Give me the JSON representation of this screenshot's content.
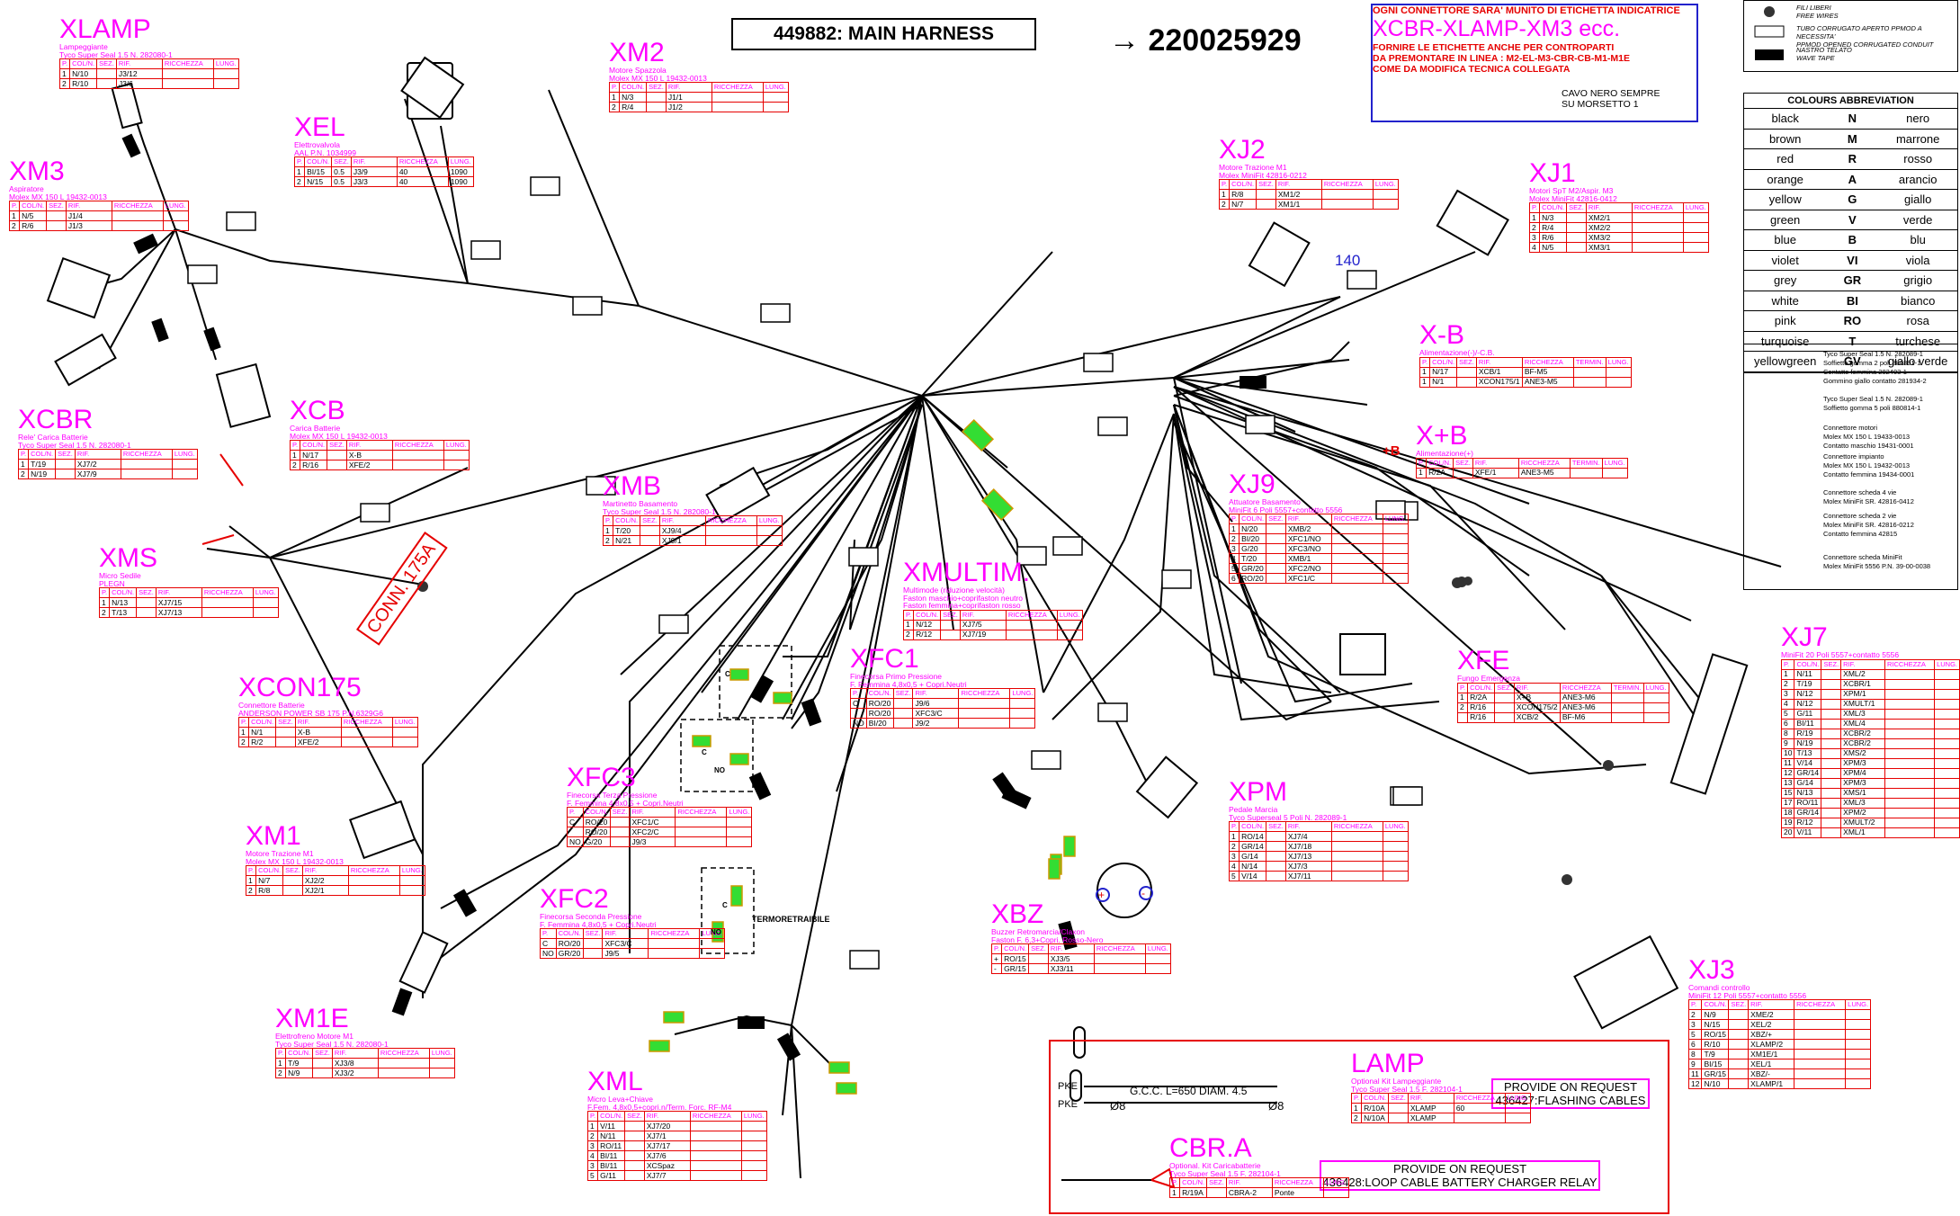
{
  "title": "449882: MAIN HARNESS",
  "ref_number": "→ 220025929",
  "note": {
    "line1": "OGNI CONNETTORE SARA' MUNITO DI ETICHETTA INDICATRICE",
    "line2": "XCBR-XLAMP-XM3 ecc.",
    "line3": "FORNIRE LE ETICHETTE ANCHE PER CONTROPARTI",
    "line4": "DA PREMONTARE IN LINEA : M2-EL-M3-CBR-CB-M1-M1E",
    "line5": "COME DA MODIFICA TECNICA COLLEGATA",
    "cable1": "CAVO NERO SEMPRE",
    "cable2": "SU MORSETTO 1"
  },
  "legend": {
    "r1": "FILI LIBERI",
    "r1b": "FREE WIRES",
    "r2": "TUBO CORRUGATO APERTO PPMOD A NECESSITA'",
    "r2b": "PPMOD OPENED CORRUGATED CONDUIT",
    "r3": "NASTRO TELATO",
    "r3b": "WAVE TAPE"
  },
  "colours": {
    "header": "COLOURS ABBREVIATION",
    "rows": [
      [
        "black",
        "N",
        "nero"
      ],
      [
        "brown",
        "M",
        "marrone"
      ],
      [
        "red",
        "R",
        "rosso"
      ],
      [
        "orange",
        "A",
        "arancio"
      ],
      [
        "yellow",
        "G",
        "giallo"
      ],
      [
        "green",
        "V",
        "verde"
      ],
      [
        "blue",
        "B",
        "blu"
      ],
      [
        "violet",
        "VI",
        "viola"
      ],
      [
        "grey",
        "GR",
        "grigio"
      ],
      [
        "white",
        "BI",
        "bianco"
      ],
      [
        "pink",
        "RO",
        "rosa"
      ],
      [
        "turquoise",
        "T",
        "turchese"
      ],
      [
        "yellowgreen",
        "GV",
        "giallo verde"
      ]
    ]
  },
  "conn_legend": [
    "Tyco Super Seal 1.5 N. 282089-1",
    "Soffietto gomma 2 poli 880891-1",
    "Contatto femmina 282403-1",
    "Gommino giallo contatto 281934-2",
    "Tyco Super Seal 1.5 N. 282089-1",
    "Soffietto gomma 5 poli 880814-1",
    "Connettore motori",
    "Molex MX 150 L 19433-0013",
    "Contatto maschio 19431-0001",
    "Connettore impianto",
    "Molex MX 150 L 19432-0013",
    "Contatto femmina 19434-0001",
    "Connettore scheda 4 vie",
    "Molex MiniFit SR. 42816-0412",
    "Connettore scheda 2 vie",
    "Molex MiniFit SR. 42816-0212",
    "Contatto femmina 42815",
    "Connettore scheda MiniFit",
    "Molex MiniFit 5556 P.N. 39-00-0038"
  ],
  "misc": {
    "n140": "140",
    "conn175a": "CONN. 175A",
    "termoretraibile": "TERMORETRAIBILE",
    "gcc": "G.C.C. L=650 DIAM. 4.5",
    "pke1": "PKE",
    "pke2": "PKE",
    "o8a": "Ø8",
    "o8b": "Ø8",
    "prov1a": "PROVIDE ON REQUEST",
    "prov1b": "436427:FLASHING CABLES",
    "prov2a": "PROVIDE ON REQUEST",
    "prov2b": "436428:LOOP CABLE BATTERY CHARGER RELAY",
    "plus_b": "+B",
    "xmultim_c": "C",
    "xmultim_no": "NO"
  },
  "connectors": [
    {
      "name": "XLAMP",
      "sub": [
        "Lampeggiante",
        "Tyco Super Seal 1.5 N. 282080-1"
      ],
      "rows": [
        [
          "1",
          "N/10",
          "",
          "J3/12",
          ""
        ],
        [
          "2",
          "R/10",
          "",
          "J3/6",
          ""
        ]
      ]
    },
    {
      "name": "XM2",
      "sub": [
        "Motore Spazzola",
        "Molex MX 150 L 19432-0013"
      ],
      "rows": [
        [
          "1",
          "N/3",
          "",
          "J1/1",
          ""
        ],
        [
          "2",
          "R/4",
          "",
          "J1/2",
          ""
        ]
      ]
    },
    {
      "name": "XEL",
      "sub": [
        "Elettrovalvola",
        "AAL P.N. 1034999"
      ],
      "rows": [
        [
          "1",
          "BI/15",
          "0.5",
          "J3/9",
          "40",
          "1090"
        ],
        [
          "2",
          "N/15",
          "0.5",
          "J3/3",
          "40",
          "1090"
        ]
      ]
    },
    {
      "name": "XM3",
      "sub": [
        "Aspiratore",
        "Molex MX 150 L 19432-0013"
      ],
      "rows": [
        [
          "1",
          "N/5",
          "",
          "J1/4",
          ""
        ],
        [
          "2",
          "R/6",
          "",
          "J1/3",
          ""
        ]
      ]
    },
    {
      "name": "XJ2",
      "sub": [
        "Motore Trazione M1",
        "Molex MiniFit 42816-0212"
      ],
      "rows": [
        [
          "1",
          "R/8",
          "",
          "XM1/2",
          ""
        ],
        [
          "2",
          "N/7",
          "",
          "XM1/1",
          ""
        ]
      ]
    },
    {
      "name": "XJ1",
      "sub": [
        "Motori SpT M2/Aspir. M3",
        "Molex MiniFit 42816-0412"
      ],
      "rows": [
        [
          "1",
          "N/3",
          "",
          "XM2/1",
          ""
        ],
        [
          "2",
          "R/4",
          "",
          "XM2/2",
          ""
        ],
        [
          "3",
          "R/6",
          "",
          "XM3/2",
          ""
        ],
        [
          "4",
          "N/5",
          "",
          "XM3/1",
          ""
        ]
      ]
    },
    {
      "name": "X-B",
      "sub": [
        "Alimentazione(-)/-C.B."
      ],
      "rows": [
        [
          "1",
          "N/17",
          "",
          "XCB/1",
          "BF-M5",
          ""
        ],
        [
          "1",
          "N/1",
          "",
          "XCON175/1",
          "ANE3-M5",
          ""
        ]
      ]
    },
    {
      "name": "XCBR",
      "sub": [
        "Rele' Carica Batterie",
        "Tyco Super Seal 1.5 N. 282080-1"
      ],
      "rows": [
        [
          "1",
          "T/19",
          "",
          "XJ7/2",
          ""
        ],
        [
          "2",
          "N/19",
          "",
          "XJ7/9",
          ""
        ]
      ]
    },
    {
      "name": "XCB",
      "sub": [
        "Carica Batterie",
        "Molex MX 150 L 19432-0013"
      ],
      "rows": [
        [
          "1",
          "N/17",
          "",
          "X-B",
          ""
        ],
        [
          "2",
          "R/16",
          "",
          "XFE/2",
          ""
        ]
      ]
    },
    {
      "name": "X+B",
      "sub": [
        "Alimentazione(+)"
      ],
      "rows": [
        [
          "1",
          "R/2A",
          "",
          "XFE/1",
          "ANE3-M5",
          ""
        ]
      ]
    },
    {
      "name": "XMB",
      "sub": [
        "Martinetto Basamento",
        "Tyco Super Seal 1.5 N. 282080-1"
      ],
      "rows": [
        [
          "1",
          "T/20",
          "",
          "XJ9/4",
          ""
        ],
        [
          "2",
          "N/21",
          "",
          "XJ9/1",
          ""
        ]
      ]
    },
    {
      "name": "XJ9",
      "sub": [
        "Attuatore Basamento",
        "MiniFit 6 Poli 5557+contatto 5556"
      ],
      "rows": [
        [
          "1",
          "N/20",
          "",
          "XMB/2",
          ""
        ],
        [
          "2",
          "BI/20",
          "",
          "XFC1/NO",
          ""
        ],
        [
          "3",
          "G/20",
          "",
          "XFC3/NO",
          ""
        ],
        [
          "4",
          "T/20",
          "",
          "XMB/1",
          ""
        ],
        [
          "5",
          "GR/20",
          "",
          "XFC2/NO",
          ""
        ],
        [
          "6",
          "RO/20",
          "",
          "XFC1/C",
          ""
        ]
      ]
    },
    {
      "name": "XMS",
      "sub": [
        "Micro Sedile",
        "PLEGN"
      ],
      "rows": [
        [
          "1",
          "N/13",
          "",
          "XJ7/15",
          ""
        ],
        [
          "2",
          "T/13",
          "",
          "XJ7/13",
          ""
        ]
      ]
    },
    {
      "name": "XMULTIM.",
      "sub": [
        "Multimode (riduzione velocità)",
        "Faston maschio+coprifaston neutro",
        "Faston femmina+coprifaston rosso"
      ],
      "rows": [
        [
          "1",
          "N/12",
          "",
          "XJ7/5",
          ""
        ],
        [
          "2",
          "R/12",
          "",
          "XJ7/19",
          ""
        ]
      ]
    },
    {
      "name": "XFC1",
      "sub": [
        "Finecorsa Primo Pressione",
        "F. Femmina 4,8x0,5 + Copri.Neutri"
      ],
      "rows": [
        [
          "C",
          "RO/20",
          "",
          "J9/6",
          ""
        ],
        [
          "",
          "RO/20",
          "",
          "XFC3/C",
          ""
        ],
        [
          "NO",
          "BI/20",
          "",
          "J9/2",
          ""
        ]
      ]
    },
    {
      "name": "XFE",
      "sub": [
        "Fungo Emergenza"
      ],
      "rows": [
        [
          "1",
          "R/2A",
          "",
          "X+B",
          "ANE3-M6",
          ""
        ],
        [
          "2",
          "R/16",
          "",
          "XCON175/2",
          "ANE3-M6",
          ""
        ],
        [
          "",
          "R/16",
          "",
          "XCB/2",
          "BF-M6",
          ""
        ]
      ]
    },
    {
      "name": "XJ7",
      "sub": [
        "MiniFit 20 Poli 5557+contatto 5556"
      ],
      "rows": [
        [
          "1",
          "N/11",
          "",
          "XML/2",
          ""
        ],
        [
          "2",
          "T/19",
          "",
          "XCBR/1",
          ""
        ],
        [
          "3",
          "N/12",
          "",
          "XPM/1",
          ""
        ],
        [
          "4",
          "N/12",
          "",
          "XMULT/1",
          ""
        ],
        [
          "5",
          "G/11",
          "",
          "XML/3",
          ""
        ],
        [
          "6",
          "BI/11",
          "",
          "XML/4",
          ""
        ],
        [
          "8",
          "R/19",
          "",
          "XCBR/2",
          ""
        ],
        [
          "9",
          "N/19",
          "",
          "XCBR/2",
          ""
        ],
        [
          "10",
          "T/13",
          "",
          "XMS/2",
          ""
        ],
        [
          "11",
          "V/14",
          "",
          "XPM/3",
          ""
        ],
        [
          "12",
          "GR/14",
          "",
          "XPM/4",
          ""
        ],
        [
          "13",
          "G/14",
          "",
          "XPM/3",
          ""
        ],
        [
          "15",
          "N/13",
          "",
          "XMS/1",
          ""
        ],
        [
          "17",
          "RO/11",
          "",
          "XML/3",
          ""
        ],
        [
          "18",
          "GR/14",
          "",
          "XPM/2",
          ""
        ],
        [
          "19",
          "R/12",
          "",
          "XMULT/2",
          ""
        ],
        [
          "20",
          "V/11",
          "",
          "XML/1",
          ""
        ]
      ]
    },
    {
      "name": "XCON175",
      "sub": [
        "Connettore Batterie",
        "ANDERSON POWER SB 175 P.N.6329G6"
      ],
      "rows": [
        [
          "1",
          "N/1",
          "",
          "X-B",
          ""
        ],
        [
          "2",
          "R/2",
          "",
          "XFE/2",
          ""
        ]
      ]
    },
    {
      "name": "XFC3",
      "sub": [
        "Finecorsa Terza Pressione",
        "F. Femmina 4,8x0,5 + Copri.Neutri"
      ],
      "rows": [
        [
          "C",
          "RO/20",
          "",
          "XFC1/C",
          ""
        ],
        [
          "",
          "RO/20",
          "",
          "XFC2/C",
          ""
        ],
        [
          "NO",
          "G/20",
          "",
          "J9/3",
          ""
        ]
      ]
    },
    {
      "name": "XPM",
      "sub": [
        "Pedale Marcia",
        "Tyco Superseal 5 Poli N. 282089-1"
      ],
      "rows": [
        [
          "1",
          "RO/14",
          "",
          "XJ7/4",
          ""
        ],
        [
          "2",
          "GR/14",
          "",
          "XJ7/18",
          ""
        ],
        [
          "3",
          "G/14",
          "",
          "XJ7/13",
          ""
        ],
        [
          "4",
          "N/14",
          "",
          "XJ7/3",
          ""
        ],
        [
          "5",
          "V/14",
          "",
          "XJ7/11",
          ""
        ]
      ]
    },
    {
      "name": "XM1",
      "sub": [
        "Motore Trazione M1",
        "Molex MX 150 L 19432-0013"
      ],
      "rows": [
        [
          "1",
          "N/7",
          "",
          "XJ2/2",
          ""
        ],
        [
          "2",
          "R/8",
          "",
          "XJ2/1",
          ""
        ]
      ]
    },
    {
      "name": "XFC2",
      "sub": [
        "Finecorsa Seconda Pressione",
        "F. Femmina 4,8x0,5 + Copri.Neutri"
      ],
      "rows": [
        [
          "C",
          "RO/20",
          "",
          "XFC3/C",
          ""
        ],
        [
          "NO",
          "GR/20",
          "",
          "J9/5",
          ""
        ]
      ]
    },
    {
      "name": "XBZ",
      "sub": [
        "Buzzer Retromarcia/Claxon",
        "Faston F. 6,3+Copri. Rosso-Nero"
      ],
      "rows": [
        [
          "+",
          "RO/15",
          "",
          "XJ3/5",
          ""
        ],
        [
          "-",
          "GR/15",
          "",
          "XJ3/11",
          ""
        ]
      ]
    },
    {
      "name": "XJ3",
      "sub": [
        "Comandi controllo",
        "MiniFit 12 Poli 5557+contatto 5556"
      ],
      "rows": [
        [
          "2",
          "N/9",
          "",
          "XME/2",
          ""
        ],
        [
          "3",
          "N/15",
          "",
          "XEL/2",
          ""
        ],
        [
          "5",
          "RO/15",
          "",
          "XBZ/+",
          ""
        ],
        [
          "6",
          "R/10",
          "",
          "XLAMP/2",
          ""
        ],
        [
          "8",
          "T/9",
          "",
          "XM1E/1",
          ""
        ],
        [
          "9",
          "BI/15",
          "",
          "XEL/1",
          ""
        ],
        [
          "11",
          "GR/15",
          "",
          "XBZ/-",
          ""
        ],
        [
          "12",
          "N/10",
          "",
          "XLAMP/1",
          ""
        ]
      ]
    },
    {
      "name": "XM1E",
      "sub": [
        "Elettrofreno Motore M1",
        "Tyco Super Seal 1.5 N. 282080-1"
      ],
      "rows": [
        [
          "1",
          "T/9",
          "",
          "XJ3/8",
          ""
        ],
        [
          "2",
          "N/9",
          "",
          "XJ3/2",
          ""
        ]
      ]
    },
    {
      "name": "XML",
      "sub": [
        "Micro Leva+Chiave",
        "F.Fem. 4,8x0,5+copri.n/Term. Forc. RF-M4"
      ],
      "rows": [
        [
          "1",
          "V/11",
          "",
          "XJ7/20",
          ""
        ],
        [
          "2",
          "N/11",
          "",
          "XJ7/1",
          ""
        ],
        [
          "3",
          "RO/11",
          "",
          "XJ7/17",
          ""
        ],
        [
          "4",
          "BI/11",
          "",
          "XJ7/6",
          ""
        ],
        [
          "3",
          "BI/11",
          "",
          "XCSpaz",
          ""
        ],
        [
          "5",
          "G/11",
          "",
          "XJ7/7",
          ""
        ]
      ]
    },
    {
      "name": "LAMP",
      "sub": [
        "Optional Kit Lampeggiante",
        "Tyco Super Seal 1.5 F. 282104-1"
      ],
      "rows": [
        [
          "1",
          "R/10A",
          "",
          "XLAMP",
          "60"
        ],
        [
          "2",
          "N/10A",
          "",
          "XLAMP",
          ""
        ]
      ]
    },
    {
      "name": "CBR.A",
      "sub": [
        "Optional. Kit Caricabatterie",
        "Tyco Super Seal 1.5 F. 282104-1"
      ],
      "rows": [
        [
          "1",
          "R/19A",
          "",
          "CBRA-2",
          "Ponte"
        ]
      ]
    }
  ],
  "header_cols": [
    "P.",
    "COL/N.",
    "SEZ.",
    "RIF.",
    "RICCHEZZA",
    "LUNG."
  ],
  "header_cols_term": [
    "P.",
    "COL/N.",
    "SEZ.",
    "RIF.",
    "RICCHEZZA",
    "TERMIN.",
    "LUNG."
  ],
  "colors": {
    "wire": "#000000",
    "label": "#ff00ff",
    "table_border": "#e60000",
    "note_border": "#2222cc",
    "accent_green": "#33dd33"
  }
}
